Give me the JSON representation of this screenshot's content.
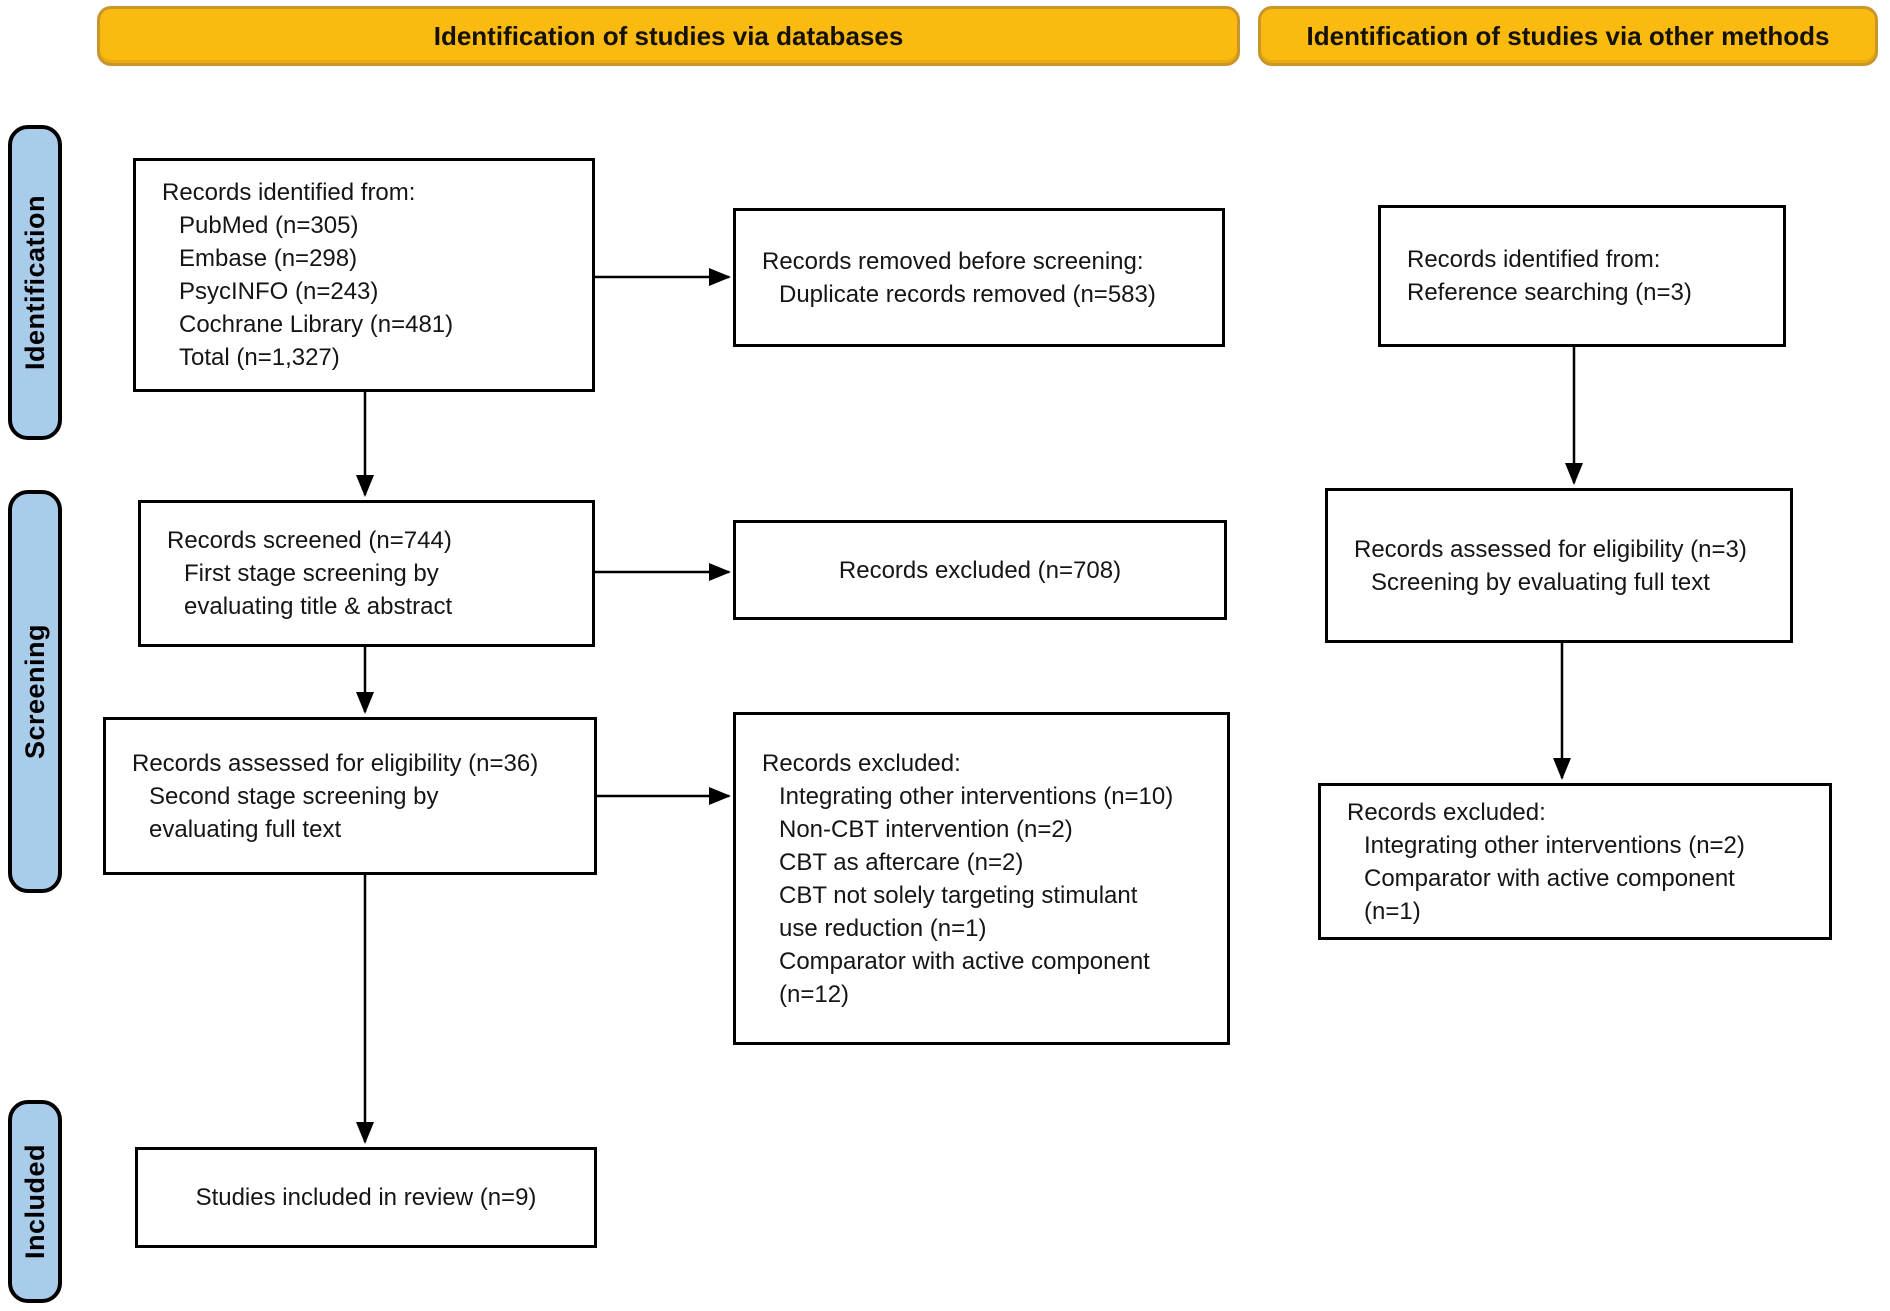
{
  "headers": {
    "databases": "Identification of studies via databases",
    "other_methods": "Identification of studies via other methods"
  },
  "stages": {
    "identification": "Identification",
    "screening": "Screening",
    "included": "Included"
  },
  "boxes": {
    "db_identified": {
      "lines": [
        "Records identified from:",
        "PubMed (n=305)",
        "Embase (n=298)",
        "PsycINFO (n=243)",
        "Cochrane Library (n=481)",
        "Total (n=1,327)"
      ]
    },
    "duplicates_removed": {
      "lines": [
        "Records removed before screening:",
        "Duplicate records removed (n=583)"
      ]
    },
    "reference_search": {
      "lines": [
        "Records identified from:",
        "Reference searching (n=3)"
      ]
    },
    "records_screened": {
      "lines": [
        "Records screened (n=744)",
        "First stage screening by",
        "evaluating title & abstract"
      ]
    },
    "records_excluded_first_stage": {
      "text": "Records excluded (n=708)"
    },
    "assessed_eligibility_other": {
      "lines": [
        "Records assessed for eligibility (n=3)",
        "Screening by evaluating full text"
      ]
    },
    "assessed_eligibility_full_text": {
      "lines": [
        "Records assessed for eligibility (n=36)",
        "Second stage screening by",
        "evaluating full text"
      ]
    },
    "records_excluded_second_stage": {
      "lines": [
        "Records excluded:",
        "Integrating other interventions (n=10)",
        "Non-CBT intervention (n=2)",
        "CBT as aftercare (n=2)",
        "CBT not solely targeting stimulant",
        "use reduction (n=1)",
        "Comparator with active component",
        "(n=12)"
      ]
    },
    "records_excluded_other": {
      "lines": [
        "Records excluded:",
        "Integrating other interventions (n=2)",
        "Comparator with active component",
        "(n=1)"
      ]
    },
    "studies_included": {
      "text": "Studies included in review (n=9)"
    }
  },
  "colors": {
    "banner_fill": "#FBBA10",
    "banner_border": "#C9952D",
    "stage_fill": "#A9CCEA",
    "stage_border": "#000000",
    "box_border": "#000000",
    "arrow": "#000000",
    "background": "#FFFFFF"
  }
}
